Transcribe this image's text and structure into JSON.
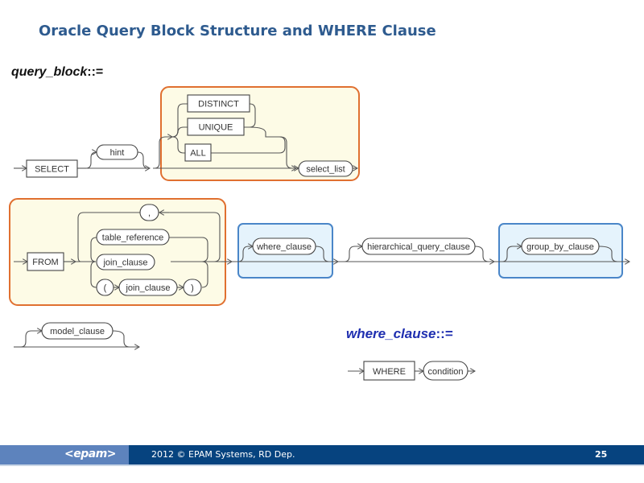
{
  "slide": {
    "title": "Oracle Query Block Structure and WHERE Clause",
    "page_number": "25"
  },
  "footer": {
    "logo": "<epam>",
    "copyright": "2012 © EPAM Systems, RD Dep."
  },
  "productions": {
    "query_block": {
      "name": "query_block",
      "symbol": "::=",
      "keywords": {
        "select": "SELECT",
        "distinct": "DISTINCT",
        "unique": "UNIQUE",
        "all": "ALL",
        "from": "FROM"
      },
      "nonterminals": {
        "hint": "hint",
        "select_list": "select_list",
        "comma": ",",
        "table_reference": "table_reference",
        "join_clause": "join_clause",
        "paren_open": "(",
        "paren_join_clause": "join_clause",
        "paren_close": ")",
        "where_clause": "where_clause",
        "hierarchical_query_clause": "hierarchical_query_clause",
        "group_by_clause": "group_by_clause",
        "model_clause": "model_clause"
      }
    },
    "where_clause": {
      "name": "where_clause",
      "symbol": "::=",
      "keywords": {
        "where": "WHERE"
      },
      "nonterminals": {
        "condition": "condition"
      }
    }
  },
  "highlights": {
    "orange": {
      "stroke": "#e07030",
      "fill": "#fdfbe6"
    },
    "blue": {
      "stroke": "#4a86c8",
      "fill": "#e5f3fc"
    }
  }
}
